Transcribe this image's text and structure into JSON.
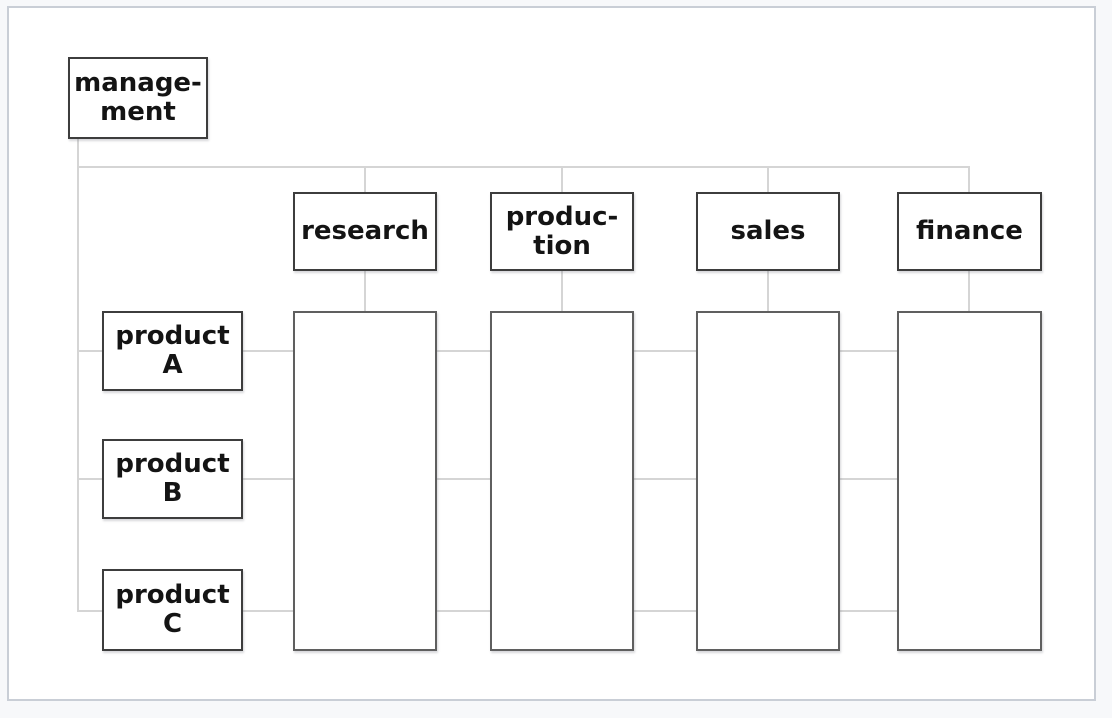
{
  "diagram": {
    "type": "matrix-organization-chart",
    "nodes": {
      "management": {
        "label": "manage-\nment"
      },
      "research": {
        "label": "research"
      },
      "production": {
        "label": "produc-\ntion"
      },
      "sales": {
        "label": "sales"
      },
      "finance": {
        "label": "finance"
      },
      "product_a": {
        "label": "product A"
      },
      "product_b": {
        "label": "product B"
      },
      "product_c": {
        "label": "product C"
      }
    },
    "structure": {
      "root": "management",
      "departments": [
        "research",
        "production",
        "sales",
        "finance"
      ],
      "products": [
        "product A",
        "product B",
        "product C"
      ],
      "edges": [
        {
          "from": "management",
          "to": "research"
        },
        {
          "from": "management",
          "to": "production"
        },
        {
          "from": "management",
          "to": "sales"
        },
        {
          "from": "management",
          "to": "finance"
        },
        {
          "from": "management",
          "to": "product A"
        },
        {
          "from": "management",
          "to": "product B"
        },
        {
          "from": "management",
          "to": "product C"
        },
        {
          "from": "research",
          "to": "research column"
        },
        {
          "from": "production",
          "to": "production column"
        },
        {
          "from": "sales",
          "to": "sales column"
        },
        {
          "from": "finance",
          "to": "finance column"
        },
        {
          "from": "product A",
          "to": "all department columns"
        },
        {
          "from": "product B",
          "to": "all department columns"
        },
        {
          "from": "product C",
          "to": "all department columns"
        }
      ]
    },
    "colors": {
      "canvas": "#f7f8fa",
      "frame_fill": "#ffffff",
      "frame_border": "#c9ced6",
      "connector": "#d5d5d5",
      "node_border": "#3d3d3d",
      "column_border": "#5f5f5f",
      "text": "#141414"
    }
  }
}
